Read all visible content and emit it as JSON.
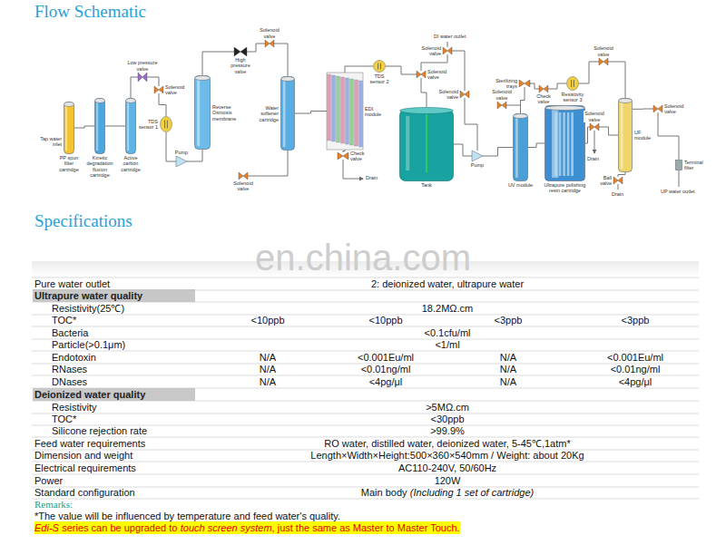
{
  "diagram": {
    "title": "Flow Schematic",
    "nodes": [
      {
        "text": [
          "PP spun filter cartridge"
        ]
      },
      {
        "text": [
          "Kinetic degradation fluxion cartridge"
        ]
      },
      {
        "text": [
          "Active carbon cartridge"
        ]
      },
      {
        "text": [
          "Low pressure valve"
        ]
      },
      {
        "text": [
          "Solenoid valve"
        ]
      },
      {
        "text": [
          "TDS sensor 1"
        ]
      },
      {
        "text": [
          "Pump"
        ]
      },
      {
        "text": [
          "Reverse Osmosis membrane"
        ]
      },
      {
        "text": [
          "High pressure valve"
        ]
      },
      {
        "text": [
          "Solenoid valve"
        ]
      },
      {
        "text": [
          "Water softener cartridge"
        ]
      },
      {
        "text": [
          "Solenoid valve"
        ]
      },
      {
        "text": [
          "EDI module"
        ]
      },
      {
        "text": [
          "Check valve"
        ]
      },
      {
        "text": [
          "TDS sensor 2"
        ]
      },
      {
        "text": [
          "Solenoid valve"
        ]
      },
      {
        "text": [
          "Solenoid valve"
        ]
      },
      {
        "text": [
          "Tank"
        ]
      },
      {
        "text": [
          "Solenoid valve"
        ]
      },
      {
        "text": [
          "Pump"
        ]
      },
      {
        "text": [
          "Solenoid valve"
        ]
      },
      {
        "text": [
          "UV module"
        ]
      },
      {
        "text": [
          "Sterilizing trays"
        ]
      },
      {
        "text": [
          "Check valve"
        ]
      },
      {
        "text": [
          "Resistivity sensor 3"
        ]
      },
      {
        "text": [
          "Solenoid valve"
        ]
      },
      {
        "text": [
          "Ultrapure polishing resin cartridge"
        ]
      },
      {
        "text": [
          "Solenoid valve"
        ]
      },
      {
        "text": [
          "UF module"
        ]
      },
      {
        "text": [
          "Solenoid valve"
        ]
      },
      {
        "text": [
          "Ball valve"
        ]
      },
      {
        "text": [
          "Terminal filter"
        ]
      }
    ],
    "edges": [
      {
        "from": 0,
        "to": 1,
        "arrow": "none"
      },
      {
        "from": 1,
        "to": 2,
        "arrow": "none"
      },
      {
        "from": 2,
        "to": 3,
        "arrow": "none"
      },
      {
        "from": 3,
        "to": 4,
        "arrow": "none"
      },
      {
        "from": 4,
        "to": 5,
        "arrow": "none"
      },
      {
        "from": 5,
        "to": 6,
        "arrow": "none"
      },
      {
        "from": 6,
        "to": 7,
        "arrow": "none"
      },
      {
        "from": 7,
        "to": 8,
        "arrow": "none"
      },
      {
        "from": 8,
        "to": 9,
        "arrow": "none"
      },
      {
        "from": 9,
        "to": 10,
        "arrow": "none"
      },
      {
        "from": 10,
        "to": 11,
        "arrow": "none"
      },
      {
        "from": 10,
        "to": 12,
        "arrow": "none"
      },
      {
        "from": 12,
        "to": 13,
        "arrow": "none"
      },
      {
        "from": 12,
        "to": 14,
        "arrow": "none"
      },
      {
        "from": 14,
        "to": 16,
        "arrow": "none"
      },
      {
        "from": 16,
        "to": 15,
        "arrow": "none"
      },
      {
        "from": 16,
        "to": 17,
        "arrow": "none"
      },
      {
        "from": 17,
        "to": 19,
        "arrow": "none"
      },
      {
        "from": 19,
        "to": 18,
        "arrow": "none"
      },
      {
        "from": 18,
        "to": 15,
        "arrow": "none"
      },
      {
        "from": 19,
        "to": 21,
        "arrow": "none"
      },
      {
        "from": 21,
        "to": 20,
        "arrow": "none"
      },
      {
        "from": 21,
        "to": 22,
        "arrow": "none"
      },
      {
        "from": 22,
        "to": 23,
        "arrow": "none"
      },
      {
        "from": 23,
        "to": 24,
        "arrow": "none"
      },
      {
        "from": 24,
        "to": 25,
        "arrow": "none"
      },
      {
        "from": 25,
        "to": 28,
        "arrow": "none"
      },
      {
        "from": 21,
        "to": 26,
        "arrow": "none"
      },
      {
        "from": 26,
        "to": 27,
        "arrow": "none"
      },
      {
        "from": 27,
        "to": 28,
        "arrow": "none"
      },
      {
        "from": 28,
        "to": 29,
        "arrow": "none"
      },
      {
        "from": 29,
        "to": 31,
        "arrow": "none"
      },
      {
        "from": 28,
        "to": 30,
        "arrow": "none"
      }
    ],
    "labels": [
      "Tap water inlet",
      "Drain",
      "DI water outlet",
      "Drain",
      "Drain",
      "UP water outlet",
      "Specifications",
      "en.china.com",
      "Pure water outlet",
      "2: deionized water, ultrapure water",
      "Ultrapure water quality",
      "Resistivity(25℃)",
      "18.2MΩ.cm",
      "TOC*",
      "<10ppb",
      "<10ppb",
      "<3ppb",
      "<3ppb",
      "Bacteria",
      "<0.1cfu/ml",
      "Particle(>0.1μm)",
      "<1/ml",
      "Endotoxin",
      "N/A",
      "<0.001Eu/ml",
      "N/A",
      "<0.001Eu/ml",
      "RNases",
      "N/A",
      "<0.01ng/ml",
      "N/A",
      "<0.01ng/ml",
      "DNases",
      "N/A",
      "<4pg/μl",
      "N/A",
      "<4pg/μl",
      "Deionized water quality",
      "Resistivity",
      ">5MΩ.cm",
      "TOC*",
      "<30ppb",
      "Silicone rejection rate",
      ">99.9%",
      "Feed water requirements",
      "RO water, distilled water, deionized water, 5-45℃,1atm*",
      "Dimension and weight",
      "Length×Width×Height:500×360×540mm / Weight: about 20Kg",
      "Electrical requirements",
      "AC110-240V, 50/60Hz",
      "Power",
      "120W",
      "Standard configuration",
      "Main body",
      "(Including 1 set of cartridge)",
      "Remarks:",
      "*The value will be influenced by temperature and feed water's quality.",
      "Edi-S",
      "series can be upgraded to",
      "touch screen system",
      ", just the same as Master to Master Touch."
    ]
  }
}
